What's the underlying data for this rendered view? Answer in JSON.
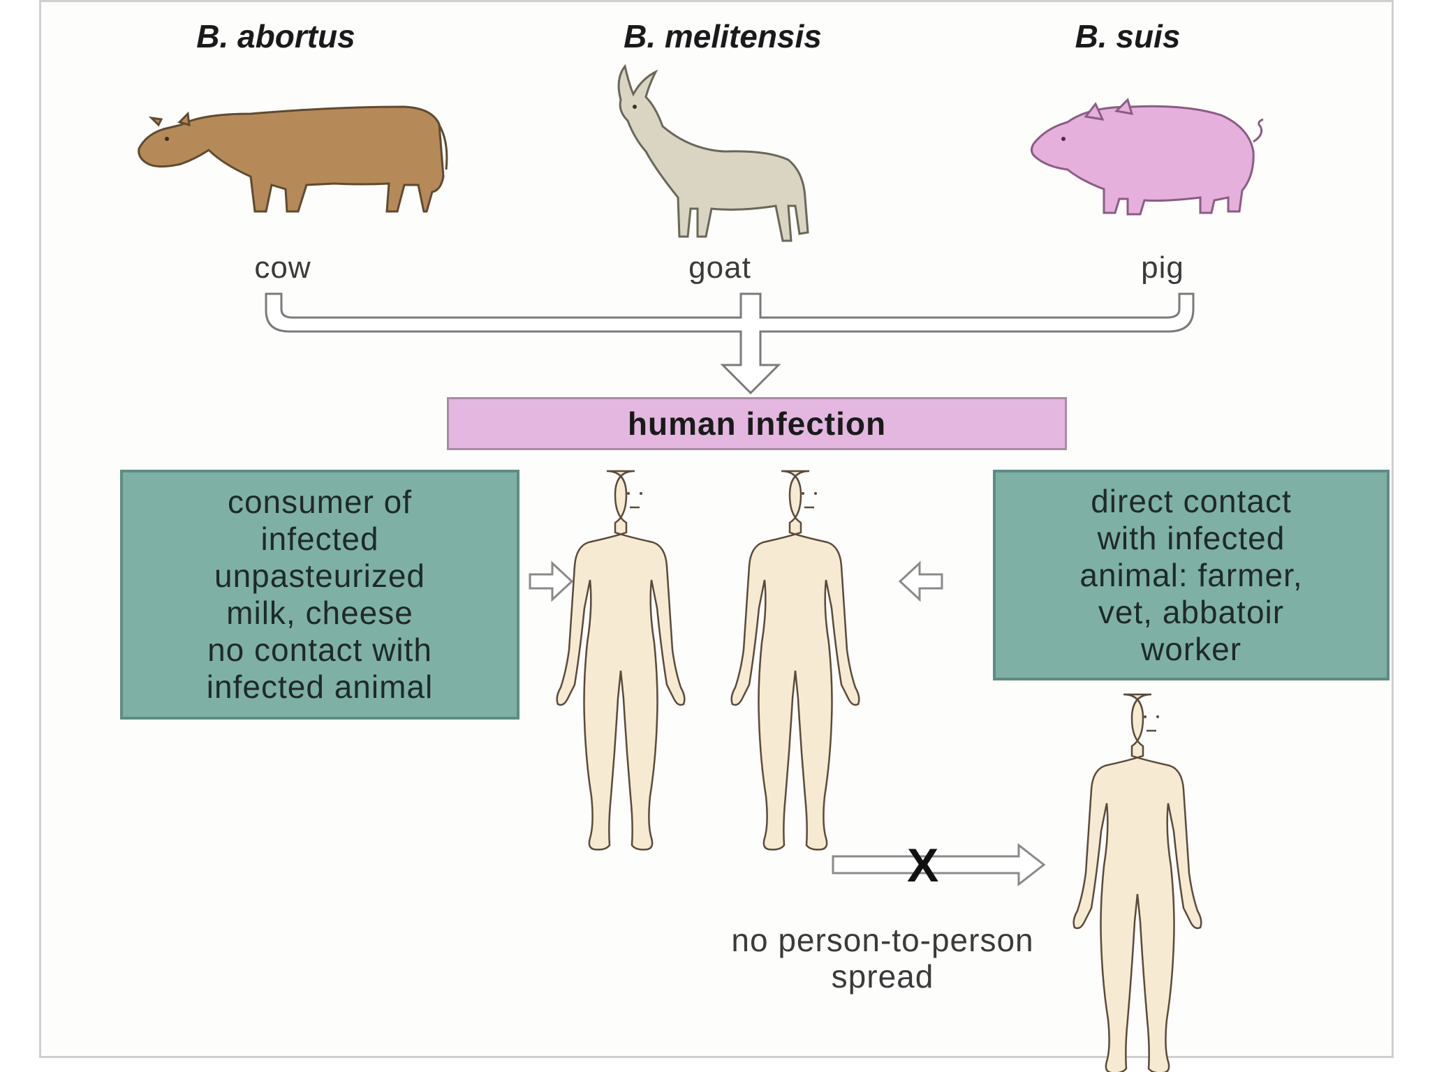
{
  "species": [
    {
      "name": "B. abortus",
      "animal": "cow",
      "icon": "cow-icon",
      "color": "#b58a58"
    },
    {
      "name": "B. melitensis",
      "animal": "goat",
      "icon": "goat-icon",
      "color": "#d9d5c2"
    },
    {
      "name": "B. suis",
      "animal": "pig",
      "icon": "pig-icon",
      "color": "#e6b0dc"
    }
  ],
  "infection": {
    "label": "human infection",
    "color": "#e3b7df"
  },
  "routes": {
    "consumer": "consumer of\ninfected\nunpasteurized\nmilk, cheese\nno contact with\ninfected animal",
    "contact": "direct contact\nwith infected\nanimal: farmer,\nvet, abbatoir\nworker",
    "color": "#7fb0a6"
  },
  "spread": {
    "label": "no person-to-person\nspread",
    "blocked_symbol": "X"
  },
  "colors": {
    "skin": "#f7ead2",
    "outline": "#5a4a3a"
  }
}
